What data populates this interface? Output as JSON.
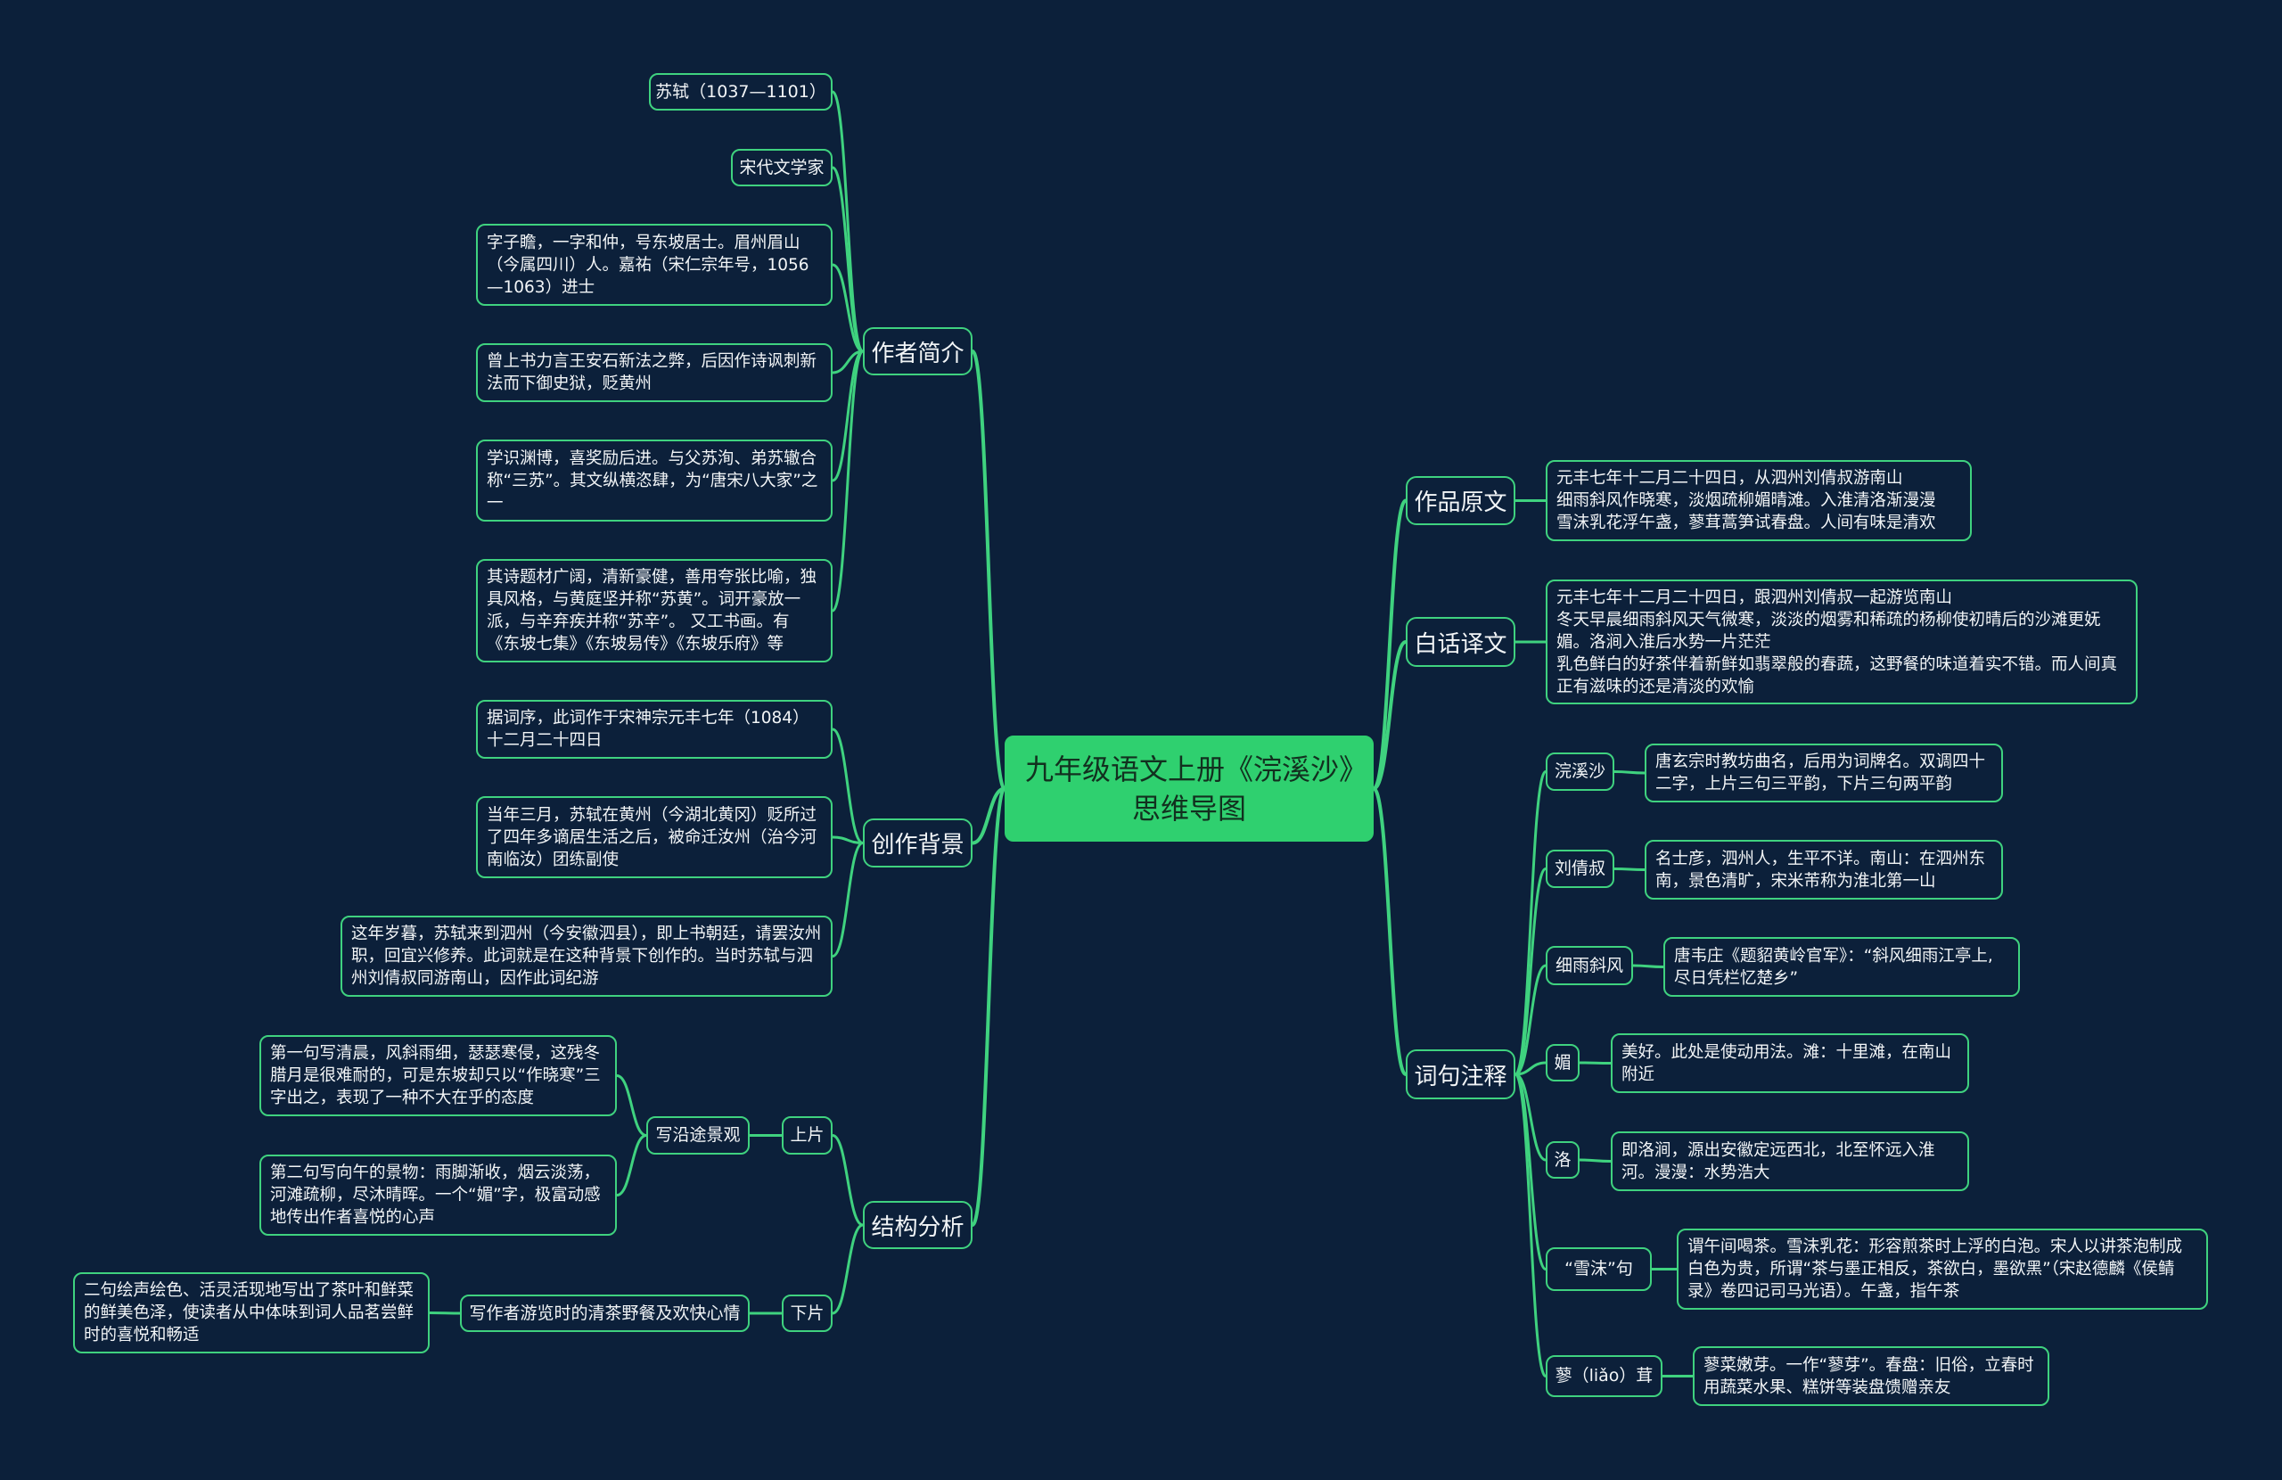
{
  "root": {
    "title": "九年级语文上册《浣溪沙》思维导图"
  },
  "colors": {
    "background": "#0c203a",
    "accent": "#3fd27f",
    "root_fill": "#2fd06f"
  },
  "author": {
    "label": "作者简介",
    "items": [
      "苏轼（1037—1101）",
      "宋代文学家",
      "字子瞻，一字和仲，号东坡居士。眉州眉山（今属四川）人。嘉祐（宋仁宗年号，1056—1063）进士",
      "曾上书力言王安石新法之弊，后因作诗讽刺新法而下御史狱，贬黄州",
      "学识渊博，喜奖励后进。与父苏洵、弟苏辙合称“三苏”。其文纵横恣肆，为“唐宋八大家”之一",
      "其诗题材广阔，清新豪健，善用夸张比喻，独具风格，与黄庭坚并称“苏黄”。词开豪放一派，与辛弃疾并称“苏辛”。 又工书画。有《东坡七集》《东坡易传》《东坡乐府》等"
    ]
  },
  "background": {
    "label": "创作背景",
    "items": [
      "据词序，此词作于宋神宗元丰七年（1084）十二月二十四日",
      "当年三月，苏轼在黄州（今湖北黄冈）贬所过了四年多谪居生活之后，被命迁汝州（治今河南临汝）团练副使",
      "这年岁暮，苏轼来到泗州（今安徽泗县），即上书朝廷，请罢汝州职，回宜兴修养。此词就是在这种背景下创作的。当时苏轼与泗州刘倩叔同游南山，因作此词纪游"
    ]
  },
  "structure": {
    "label": "结构分析",
    "upper": {
      "label": "上片",
      "topic": "写沿途景观",
      "items": [
        "第一句写清晨，风斜雨细，瑟瑟寒侵，这残冬腊月是很难耐的，可是东坡却只以“作晓寒”三字出之，表现了一种不大在乎的态度",
        "第二句写向午的景物：雨脚渐收，烟云淡荡，河滩疏柳，尽沐晴晖。一个“媚”字，极富动感地传出作者喜悦的心声"
      ]
    },
    "lower": {
      "label": "下片",
      "topic": "写作者游览时的清茶野餐及欢快心情",
      "items": [
        "二句绘声绘色、活灵活现地写出了茶叶和鲜菜的鲜美色泽，使读者从中体味到词人品茗尝鲜时的喜悦和畅适"
      ]
    }
  },
  "original": {
    "label": "作品原文",
    "text": "元丰七年十二月二十四日，从泗州刘倩叔游南山\n细雨斜风作晓寒，淡烟疏柳媚晴滩。入淮清洛渐漫漫\n雪沫乳花浮午盏，蓼茸蒿笋试春盘。人间有味是清欢"
  },
  "translation": {
    "label": "白话译文",
    "text": "元丰七年十二月二十四日，跟泗州刘倩叔一起游览南山\n冬天早晨细雨斜风天气微寒，淡淡的烟雾和稀疏的杨柳使初晴后的沙滩更妩媚。洛涧入淮后水势一片茫茫\n乳色鲜白的好茶伴着新鲜如翡翠般的春蔬，这野餐的味道着实不错。而人间真正有滋味的还是清淡的欢愉"
  },
  "notes": {
    "label": "词句注释",
    "items": [
      {
        "term": "浣溪沙",
        "desc": "唐玄宗时教坊曲名，后用为词牌名。双调四十二字，上片三句三平韵，下片三句两平韵"
      },
      {
        "term": "刘倩叔",
        "desc": "名士彦，泗州人，生平不详。南山：在泗州东南，景色清旷，宋米芾称为淮北第一山"
      },
      {
        "term": "细雨斜风",
        "desc": "唐韦庄《题貂黄岭官军》：“斜风细雨江亭上,尽日凭栏忆楚乡”"
      },
      {
        "term": "媚",
        "desc": "美好。此处是使动用法。滩：十里滩，在南山附近"
      },
      {
        "term": "洛",
        "desc": "即洛涧，源出安徽定远西北，北至怀远入淮河。漫漫：水势浩大"
      },
      {
        "term": "“雪沫”句",
        "desc": "谓午间喝茶。雪沫乳花：形容煎茶时上浮的白泡。宋人以讲茶泡制成白色为贵，所谓“茶与墨正相反，茶欲白，墨欲黑”（宋赵德麟《侯鲭录》卷四记司马光语）。午盏，指午茶"
      },
      {
        "term": "蓼（liǎo）茸",
        "desc": "蓼菜嫩芽。一作“蓼芽”。春盘：旧俗，立春时用蔬菜水果、糕饼等装盘馈赠亲友"
      }
    ]
  }
}
